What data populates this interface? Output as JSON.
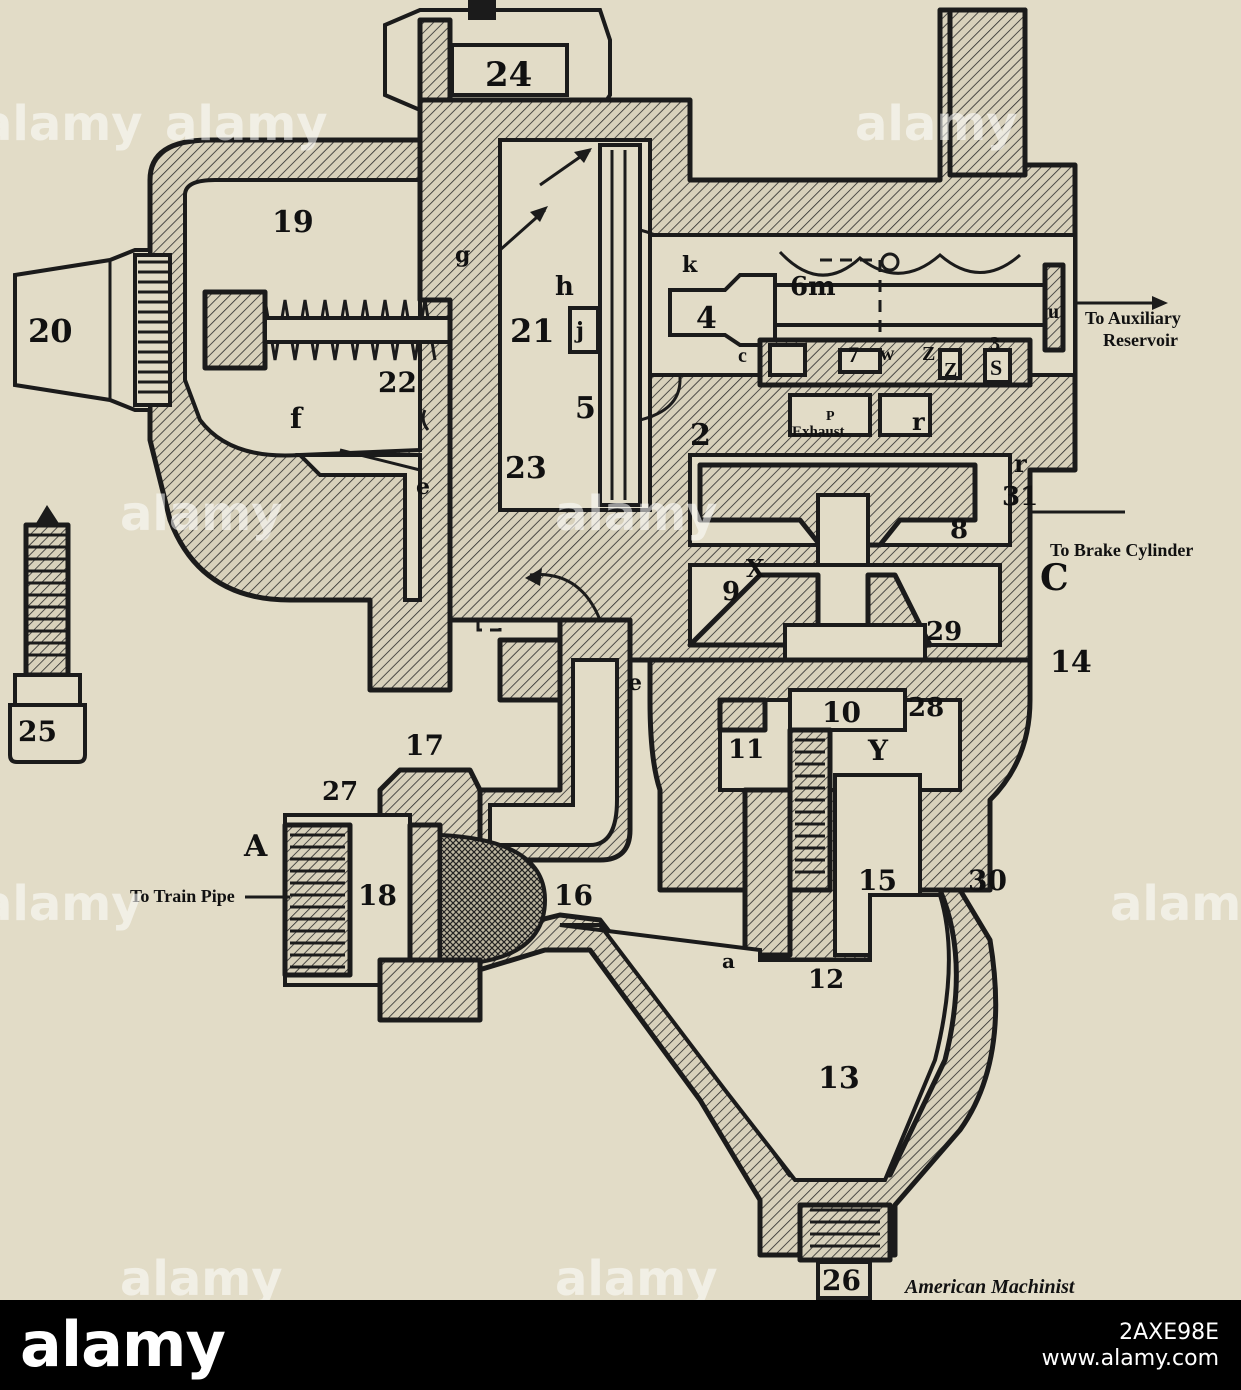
{
  "labels": {
    "n24": "24",
    "n19": "19",
    "n20": "20",
    "n22": "22",
    "n21": "21",
    "nj": "j",
    "nh": "h",
    "n4": "4",
    "n5": "5",
    "n6m": "6m",
    "nk": "k",
    "nc": "c",
    "n7": "7",
    "nw": "w",
    "nZ1": "Z",
    "nZ2": "Z",
    "n3": "3",
    "nS": "S",
    "nu": "u",
    "nP": "P",
    "nExhaust": "Exhaust",
    "nr1": "r",
    "nr2": "r",
    "n2": "2",
    "nf": "f",
    "ne1": "e",
    "n23": "23",
    "ng": "g",
    "n31": "31",
    "n8": "8",
    "nC": "C",
    "nX": "X",
    "n9": "9",
    "n29": "29",
    "n14": "14",
    "ne2": "e",
    "n10": "10",
    "n28": "28",
    "n11": "11",
    "nY": "Y",
    "n17": "17",
    "n27": "27",
    "nA": "A",
    "n18": "18",
    "n16": "16",
    "n15": "15",
    "n30": "30",
    "na": "a",
    "n12": "12",
    "n13": "13",
    "n25": "25",
    "n26": "26"
  },
  "callouts": {
    "auxiliary_line1": "To Auxiliary",
    "auxiliary_line2": "Reservoir",
    "brake_cylinder": "To Brake Cylinder",
    "train_pipe": "To Train Pipe",
    "credit": "American Machinist"
  },
  "watermark": "alamy",
  "footer": {
    "logo": "alamy",
    "image_id": "2AXE98E",
    "site": "www.alamy.com"
  }
}
